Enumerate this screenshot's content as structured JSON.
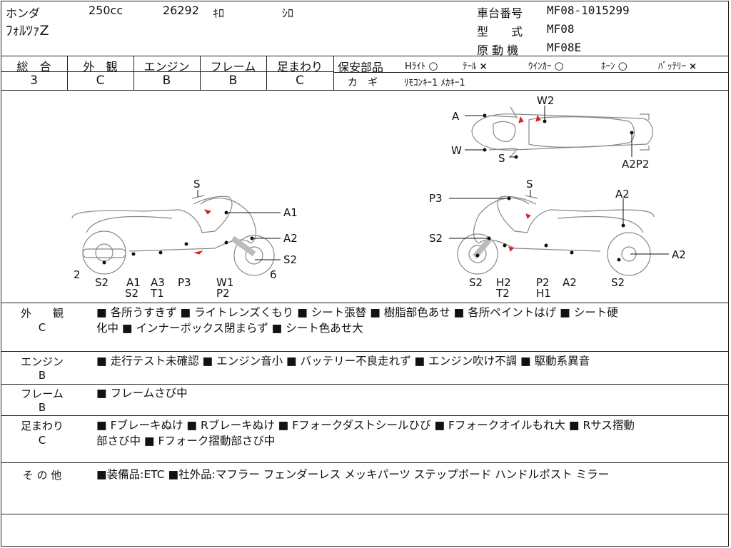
{
  "header": {
    "maker": "ホンダ",
    "cc": "250cc",
    "mileage": "26292",
    "mileage_unit": "ｷﾛ",
    "color": "ｼﾛ",
    "model": "ﾌｫﾙﾂｧZ",
    "frame_no_label": "車台番号",
    "frame_no": "MF08-1015299",
    "type_label": "型　　式",
    "type": "MF08",
    "engine_label": "原 動 機",
    "engine": "MF08E"
  },
  "grades": {
    "cols": [
      {
        "label": "総　合",
        "value": "3"
      },
      {
        "label": "外　観",
        "value": "C"
      },
      {
        "label": "エンジン",
        "value": "B"
      },
      {
        "label": "フレーム",
        "value": "B"
      },
      {
        "label": "足まわり",
        "value": "C"
      }
    ]
  },
  "safety": {
    "label": "保安部品",
    "items": [
      {
        "name": "Hﾗｲﾄ",
        "status": "○"
      },
      {
        "name": "ﾃｰﾙ",
        "status": "×"
      },
      {
        "name": "ｳｲﾝｶｰ",
        "status": "○"
      },
      {
        "name": "ﾎｰﾝ",
        "status": "○"
      },
      {
        "name": "ﾊﾞｯﾃﾘｰ",
        "status": "×"
      }
    ],
    "key_label": "カ　ギ",
    "key_value": "ﾘﾓｺﾝｷｰ1 ﾒｶｷｰ1"
  },
  "diagram": {
    "top": {
      "a": "A",
      "w": "W",
      "s": "S",
      "w2": "W2",
      "a2p2": "A2P2"
    },
    "left": {
      "s_top": "S",
      "a1": "A1",
      "a2": "A2",
      "s2r": "S2",
      "n6": "6",
      "n2": "2",
      "s2": "S2",
      "a1s2_1": "A1",
      "a1s2_2": "S2",
      "a3t1_1": "A3",
      "a3t1_2": "T1",
      "p3": "P3",
      "w1p2_1": "W1",
      "w1p2_2": "P2"
    },
    "right": {
      "s_top": "S",
      "p3": "P3",
      "a2_top": "A2",
      "s2_left": "S2",
      "a2_right": "A2",
      "s2_b": "S2",
      "h2t2_1": "H2",
      "h2t2_2": "T2",
      "p2h1_1": "P2",
      "p2h1_2": "H1",
      "a2_b": "A2",
      "s2_b2": "S2"
    }
  },
  "sections": {
    "exterior": {
      "label": "外　　観",
      "grade": "C",
      "line1": "■ 各所うすきず ■ ライトレンズくもり ■ シート張替 ■ 樹脂部色あせ ■ 各所ペイントはげ ■ シート硬",
      "line2": "化中 ■ インナーボックス閉まらず ■ シート色あせ大"
    },
    "engine": {
      "label": "エンジン",
      "grade": "B",
      "line1": "■ 走行テスト未確認 ■ エンジン音小 ■ バッテリー不良走れず ■ エンジン吹け不調 ■ 駆動系異音"
    },
    "frame": {
      "label": "フレーム",
      "grade": "B",
      "line1": "■ フレームさび中"
    },
    "suspension": {
      "label": "足まわり",
      "grade": "C",
      "line1": "■ Fブレーキぬけ ■ Rブレーキぬけ ■ Fフォークダストシールひび ■ Fフォークオイルもれ大 ■ Rサス摺動",
      "line2": "部さび中 ■ Fフォーク摺動部さび中"
    },
    "other": {
      "label": "そ の 他",
      "line1": "■装備品:ETC ■社外品:マフラー フェンダーレス メッキパーツ ステップボード ハンドルポスト ミラー"
    }
  }
}
